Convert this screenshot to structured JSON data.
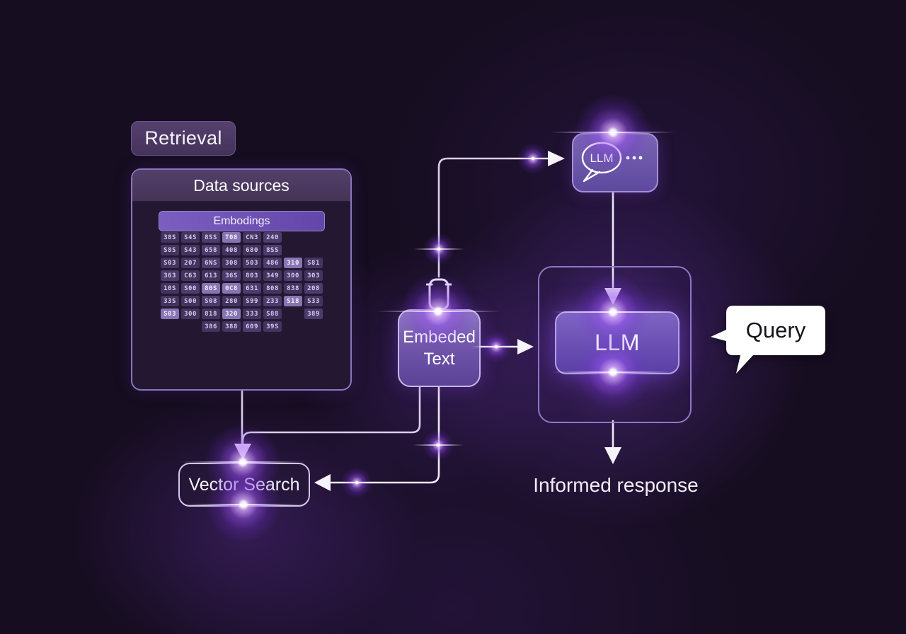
{
  "title_chip": {
    "label": "Retrieval"
  },
  "data_sources": {
    "title": "Data sources",
    "embeddings_label": "Embodings",
    "grid": [
      [
        "38S",
        "S4S",
        "8SS",
        "T08",
        "CN3",
        "240",
        null,
        null
      ],
      [
        "S8S",
        "S43",
        "658",
        "408",
        "680",
        "8SS",
        null,
        null
      ],
      [
        "S03",
        "207",
        "6NS",
        "308",
        "503",
        "486",
        "310",
        "S81"
      ],
      [
        "363",
        "C63",
        "613",
        "36S",
        "803",
        "349",
        "300",
        "303"
      ],
      [
        "10S",
        "S00",
        "80S",
        "0C8",
        "631",
        "808",
        "838",
        "208"
      ],
      [
        "33S",
        "S00",
        "S08",
        "280",
        "S99",
        "233",
        "S18",
        "S33"
      ],
      [
        "S03",
        "300",
        "818",
        "320",
        "333",
        "S88",
        null,
        "389"
      ],
      [
        null,
        null,
        "386",
        "388",
        "609",
        "39S",
        null,
        null
      ]
    ],
    "bright_cells": [
      "0,3",
      "2,6",
      "4,2",
      "4,3",
      "5,6",
      "6,0",
      "6,3",
      "7,1"
    ]
  },
  "embedded_text": {
    "line1": "Embeded",
    "line2": "Text"
  },
  "llm_chat": {
    "label": "LLM"
  },
  "llm_main": {
    "label": "LLM"
  },
  "query": {
    "label": "Query"
  },
  "vector_search": {
    "label": "Vector Search"
  },
  "informed_response": {
    "label": "Informed response"
  },
  "colors": {
    "background": "#160d20",
    "connector": "#d9cfec",
    "arrow": "#f6f3fb",
    "glow": "#8b45e6",
    "panel_border": "#8d74bd",
    "node_fill": "#6a50a8",
    "query_bubble": "#ffffff"
  }
}
